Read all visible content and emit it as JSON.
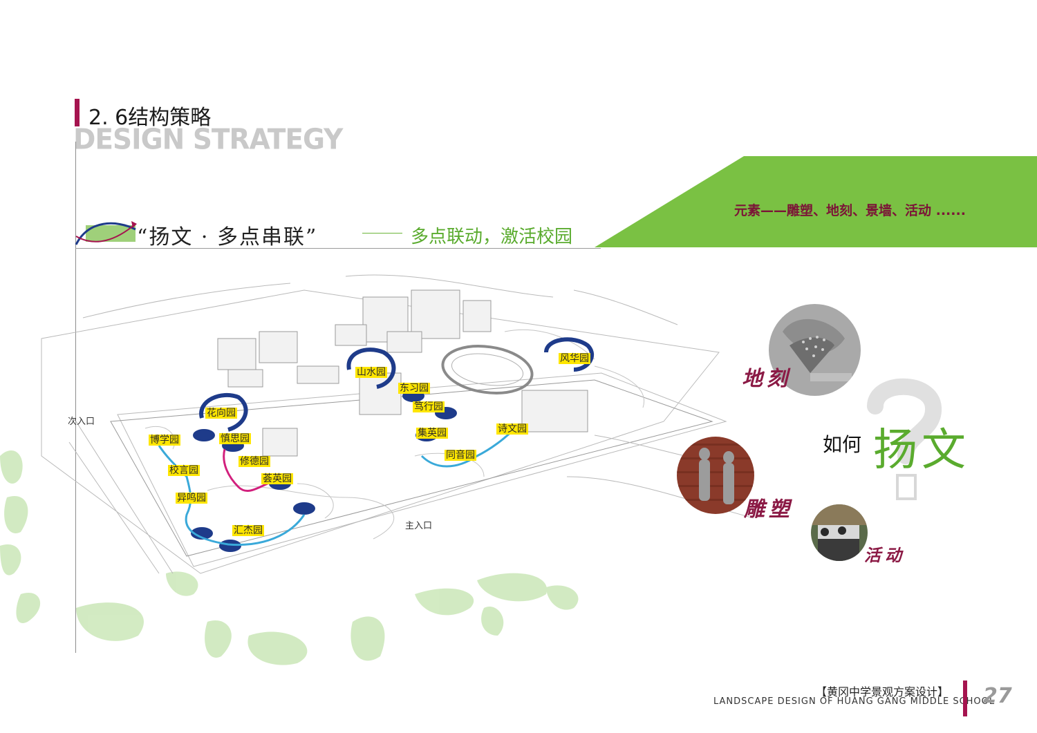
{
  "header": {
    "section_title": "2. 6结构策略",
    "section_subtitle": "DESIGN STRATEGY"
  },
  "banner": {
    "elements": "元素——雕塑、地刻、景墙、活动 ......",
    "color": "#7ac143"
  },
  "headline": {
    "quote": "“扬文 · 多点串联”",
    "tag": "多点联动，激活校园"
  },
  "map": {
    "gardens": [
      "风华园",
      "山水园",
      "东习园",
      "笃行园",
      "花向园",
      "博学园",
      "慎思园",
      "集英园",
      "诗文园",
      "修德园",
      "同音园",
      "校言园",
      "荟英园",
      "异鸣园",
      "汇杰园"
    ],
    "entrances": {
      "secondary": "次入口",
      "main": "主入口"
    }
  },
  "right": {
    "engrave": "地刻",
    "sculpture": "雕塑",
    "activity": "活动",
    "how": "如何",
    "yangwen": "扬文",
    "box_char": "□"
  },
  "footer": {
    "project_cn": "【黄冈中学景观方案设计】",
    "project_en": "LANDSCAPE DESIGN OF HUANG GANG MIDDLE SCHOOL",
    "page": "27"
  },
  "colors": {
    "accent": "#a5144f",
    "green": "#7ac143",
    "navy": "#1e3b8a",
    "label_yellow": "#ffe600"
  }
}
